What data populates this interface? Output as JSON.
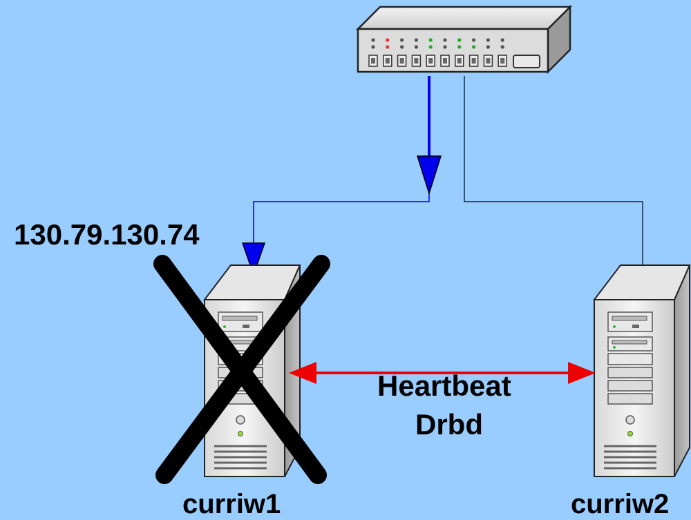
{
  "diagram": {
    "ip_address": "130.79.130.74",
    "link_labels": [
      "Heartbeat",
      "Drbd"
    ],
    "nodes": [
      {
        "name": "curriw1",
        "state": "failed"
      },
      {
        "name": "curriw2",
        "state": "active"
      }
    ],
    "colors": {
      "background": "#99ccff",
      "active_link": "#0000ee",
      "heartbeat_link": "#ee0000",
      "standby_link": "#000000",
      "failure_mark": "#000000"
    },
    "icons": [
      "network-switch-icon",
      "server-tower-icon",
      "failed-cross-icon"
    ]
  }
}
